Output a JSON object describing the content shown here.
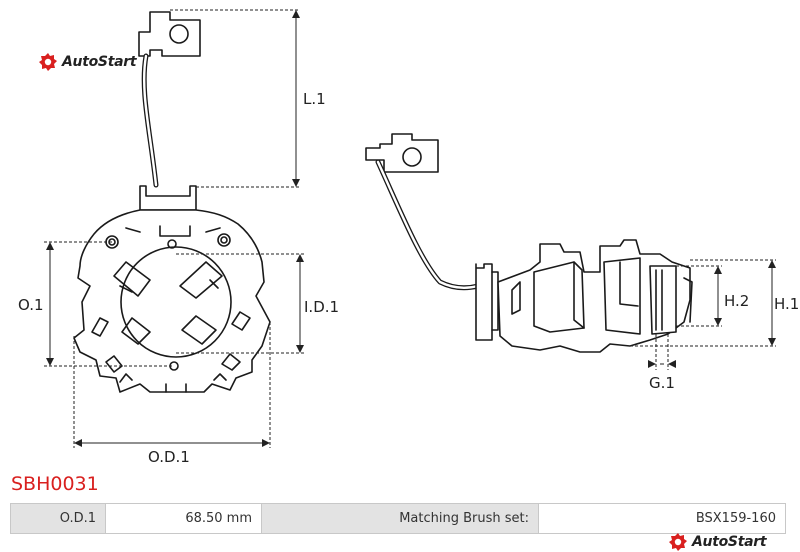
{
  "brand": {
    "name": "AutoStart",
    "accent": "#d9201f"
  },
  "labels": {
    "l1": "L.1",
    "o1": "O.1",
    "id1": "I.D.1",
    "od1": "O.D.1",
    "h1": "H.1",
    "h2": "H.2",
    "g1": "G.1"
  },
  "part_number": "SBH0031",
  "specs": {
    "od_label": "O.D.1",
    "od_value": "68.50 mm",
    "brush_label": "Matching Brush set:",
    "brush_value": "BSX159-160"
  }
}
